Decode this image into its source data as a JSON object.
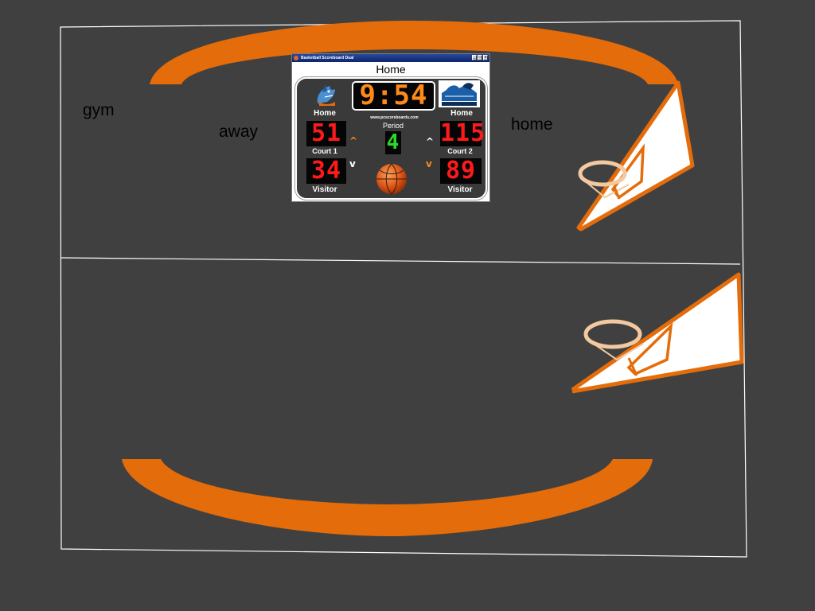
{
  "slide": {
    "labels": {
      "gym": "gym",
      "away": "away",
      "home": "home"
    }
  },
  "scoreboard_window": {
    "title": "Basketball Scoreboard Dual",
    "header": "Home",
    "clock": "9:54",
    "url": "www.pcscoreboards.com",
    "period_label": "Period",
    "period": "4",
    "court1": {
      "label": "Court 1",
      "home_label": "Home",
      "visitor_label": "Visitor",
      "home_score": "51",
      "visitor_score": "34"
    },
    "court2": {
      "label": "Court 2",
      "home_label": "Home",
      "visitor_label": "Visitor",
      "home_score": "115",
      "visitor_score": "89"
    },
    "arrows": {
      "up": "^",
      "down": "v"
    },
    "window_buttons": [
      "_",
      "□",
      "x"
    ]
  },
  "colors": {
    "background": "#404040",
    "court_line": "#ffffff",
    "arc_orange": "#e46c0a",
    "led_red": "#ff1a1a",
    "led_orange": "#ff8a1a",
    "led_green": "#2cd82c"
  }
}
